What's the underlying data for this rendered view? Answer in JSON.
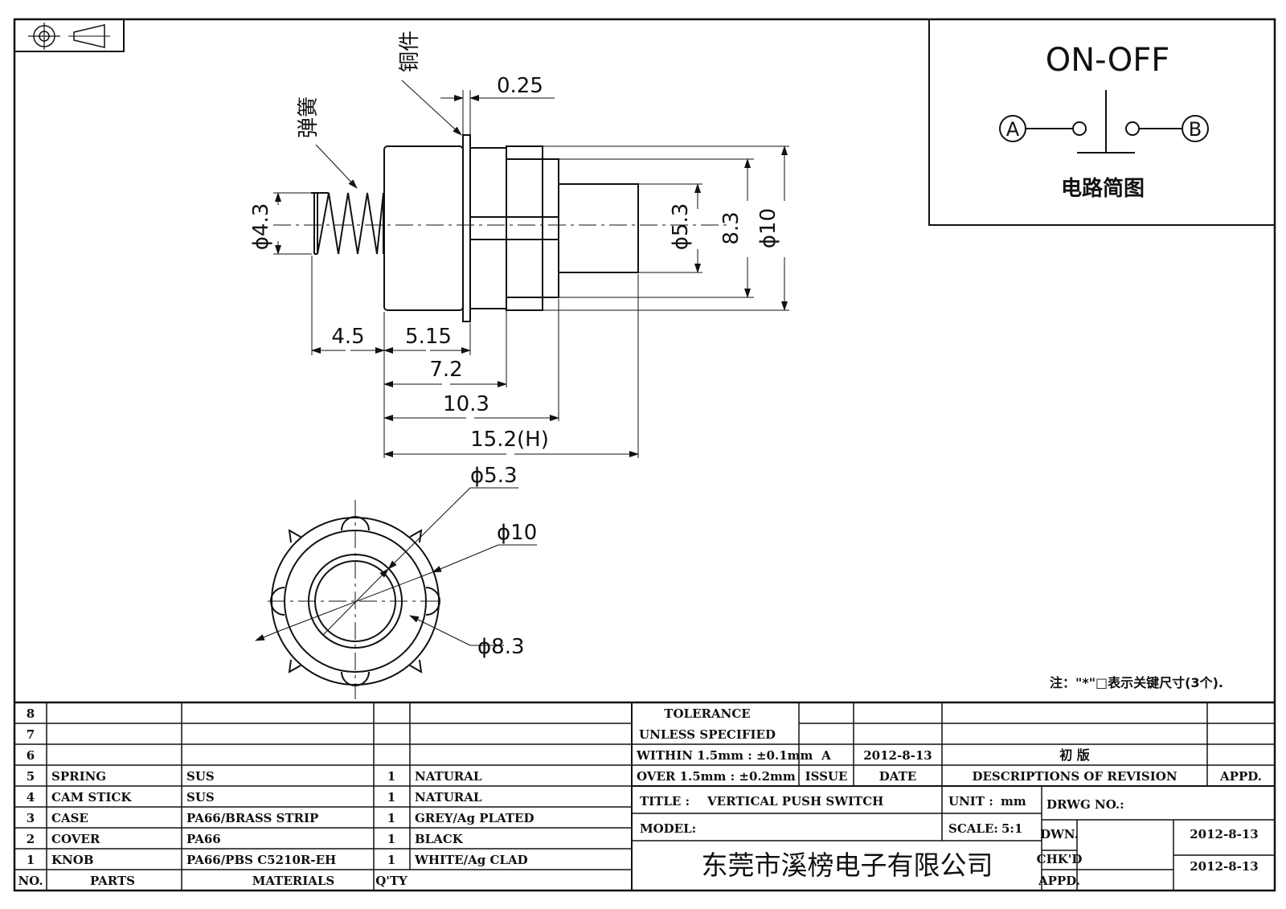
{
  "schematic": {
    "title": "ON-OFF",
    "terminal_a": "A",
    "terminal_b": "B",
    "caption": "电路简图"
  },
  "callouts": {
    "copper": "铜件",
    "spring": "弹簧"
  },
  "dimensions": {
    "d025": "0.25",
    "phi43": "ϕ4.3",
    "phi53_side": "ϕ5.3",
    "d83": "8.3",
    "phi10_side": "ϕ10",
    "d45": "4.5",
    "d515": "5.15",
    "d72": "7.2",
    "d103": "10.3",
    "d152": "15.2(H)",
    "phi53_top": "ϕ5.3",
    "phi10_top": "ϕ10",
    "phi83_top": "ϕ8.3"
  },
  "note": "注：\"*\"□表示关键尺寸(3个).",
  "bom": {
    "header": {
      "no": "NO.",
      "parts": "PARTS",
      "materials": "MATERIALS",
      "qty": "Q'TY"
    },
    "rows": [
      {
        "no": "8",
        "part": "",
        "material": "",
        "qty": "",
        "finish": ""
      },
      {
        "no": "7",
        "part": "",
        "material": "",
        "qty": "",
        "finish": ""
      },
      {
        "no": "6",
        "part": "",
        "material": "",
        "qty": "",
        "finish": ""
      },
      {
        "no": "5",
        "part": "SPRING",
        "material": "SUS",
        "qty": "1",
        "finish": "NATURAL"
      },
      {
        "no": "4",
        "part": "CAM STICK",
        "material": "SUS",
        "qty": "1",
        "finish": "NATURAL"
      },
      {
        "no": "3",
        "part": "CASE",
        "material": "PA66/BRASS STRIP",
        "qty": "1",
        "finish": "GREY/Ag PLATED"
      },
      {
        "no": "2",
        "part": "COVER",
        "material": "PA66",
        "qty": "1",
        "finish": "BLACK"
      },
      {
        "no": "1",
        "part": "KNOB",
        "material": "PA66/PBS C5210R-EH",
        "qty": "1",
        "finish": "WHITE/Ag CLAD"
      }
    ]
  },
  "tolerance": {
    "line1": "TOLERANCE",
    "line2": "UNLESS  SPECIFIED",
    "line3": "WITHIN 1.5mm : ±0.1mm",
    "line4": "OVER 1.5mm : ±0.2mm"
  },
  "revision": {
    "issue": "A",
    "date": "2012-8-13",
    "description": "初  版",
    "issue_label": "ISSUE",
    "date_label": "DATE",
    "desc_label": "DESCRIPTIONS OF REVISION",
    "appd_label": "APPD."
  },
  "title_block": {
    "title_label": "TITLE :",
    "title_value": "VERTICAL PUSH SWITCH",
    "unit_label": "UNIT :",
    "unit_value": "mm",
    "drwg_label": "DRWG NO.:",
    "model_label": "MODEL:",
    "scale_label": "SCALE:",
    "scale_value": "5:1",
    "dwn_label": "DWN.",
    "dwn_date": "2012-8-13",
    "chkd_label": "CHK'D",
    "chkd_date": "2012-8-13",
    "appd_label": "APPD.",
    "company": "东莞市溪榜电子有限公司"
  }
}
